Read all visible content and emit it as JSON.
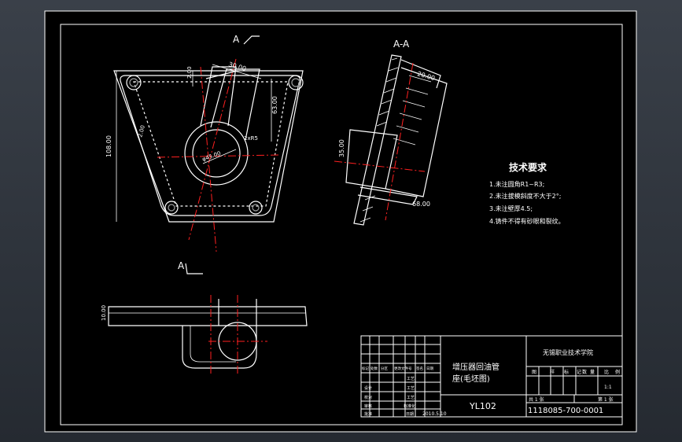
{
  "section_labels": {
    "cut_top": "A",
    "cut_bottom": "A",
    "section_title": "A-A"
  },
  "dimensions": {
    "d_30": "30.00",
    "d_2_top": "2.00",
    "d_108": "108.00",
    "d_2_side": "2.00",
    "d_r5": "2xR5",
    "d_phi": "φ45.00",
    "d_63": "63.00",
    "d_20": "20.00",
    "d_35": "35.00",
    "d_68": "68.00",
    "d_10": "10.00"
  },
  "tech_notes": {
    "title": "技术要求",
    "items": [
      "1.未注圆角R1~R3;",
      "2.未注拔模斜度不大于2°;",
      "3.未注壁厚4.5;",
      "4.铸件不得有砂眼和裂纹。"
    ]
  },
  "title_block": {
    "part_name_line1": "增压器回油管",
    "part_name_line2": "座(毛坯图)",
    "part_code": "YL102",
    "school": "无锡职业技术学院",
    "drawing_number": "1118085-700-0001",
    "scale": "1:1",
    "col_headers": [
      "图",
      "样",
      "标",
      "记",
      "数",
      "量",
      "比",
      "例"
    ],
    "sheet_total": "共 1 张",
    "sheet_no": "第 1 张",
    "rev_headers": [
      "标记",
      "处数",
      "分区",
      "更改文件号",
      "签名",
      "日期"
    ],
    "roles": [
      "设计",
      "校对",
      "审核",
      "批准"
    ],
    "role_sub": [
      "工艺",
      "工艺",
      "工艺"
    ],
    "std": "标准化",
    "date_label": "日期",
    "date_value": "2010.5.10"
  }
}
